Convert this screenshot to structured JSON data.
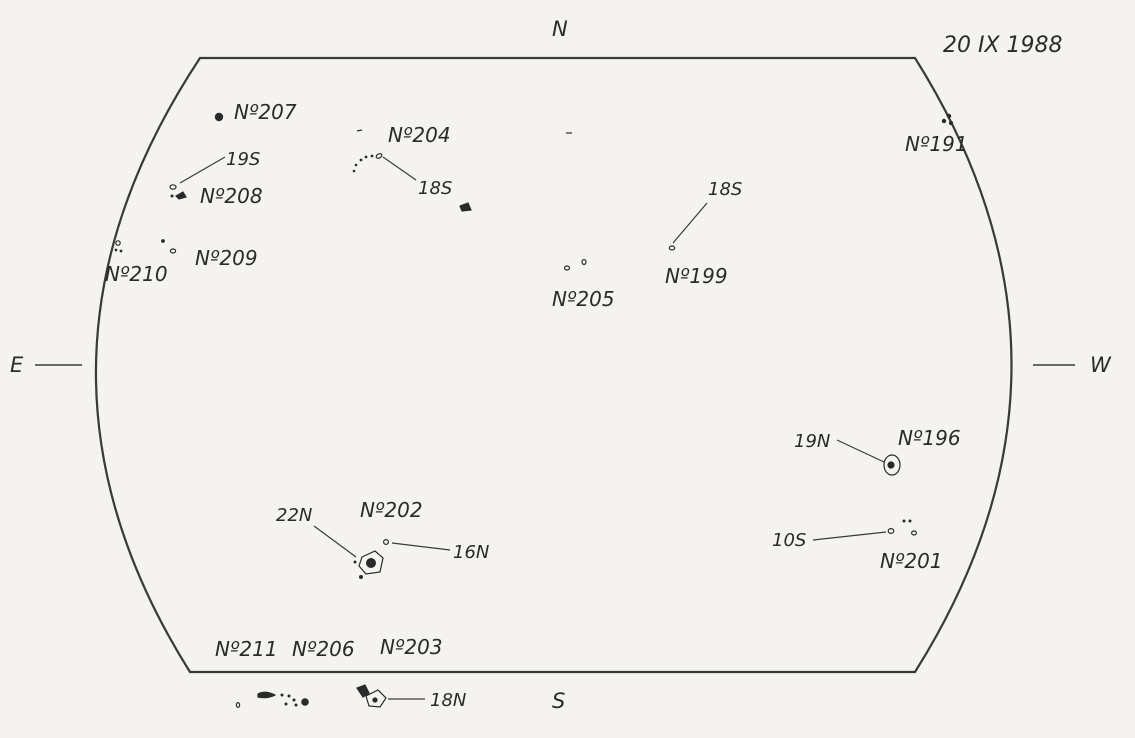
{
  "date": "20 IX 1988",
  "cardinals": {
    "north": "N",
    "south": "S",
    "east": "E",
    "west": "W"
  },
  "regions": [
    {
      "id": "207",
      "label": "Nº207"
    },
    {
      "id": "204",
      "label": "Nº204"
    },
    {
      "id": "208",
      "label": "Nº208"
    },
    {
      "id": "209",
      "label": "Nº209"
    },
    {
      "id": "210",
      "label": "Nº210"
    },
    {
      "id": "205",
      "label": "Nº205"
    },
    {
      "id": "199",
      "label": "Nº199"
    },
    {
      "id": "191",
      "label": "Nº191"
    },
    {
      "id": "196",
      "label": "Nº196"
    },
    {
      "id": "201",
      "label": "Nº201"
    },
    {
      "id": "202",
      "label": "Nº202"
    },
    {
      "id": "211",
      "label": "Nº211"
    },
    {
      "id": "206",
      "label": "Nº206"
    },
    {
      "id": "203",
      "label": "Nº203"
    }
  ],
  "latitudes": [
    {
      "id": "208",
      "label": "19S"
    },
    {
      "id": "204",
      "label": "18S"
    },
    {
      "id": "199",
      "label": "18S"
    },
    {
      "id": "196",
      "label": "19N"
    },
    {
      "id": "201",
      "label": "10S"
    },
    {
      "id": "202-a",
      "label": "22N"
    },
    {
      "id": "202-b",
      "label": "16N"
    },
    {
      "id": "203",
      "label": "18N"
    }
  ]
}
